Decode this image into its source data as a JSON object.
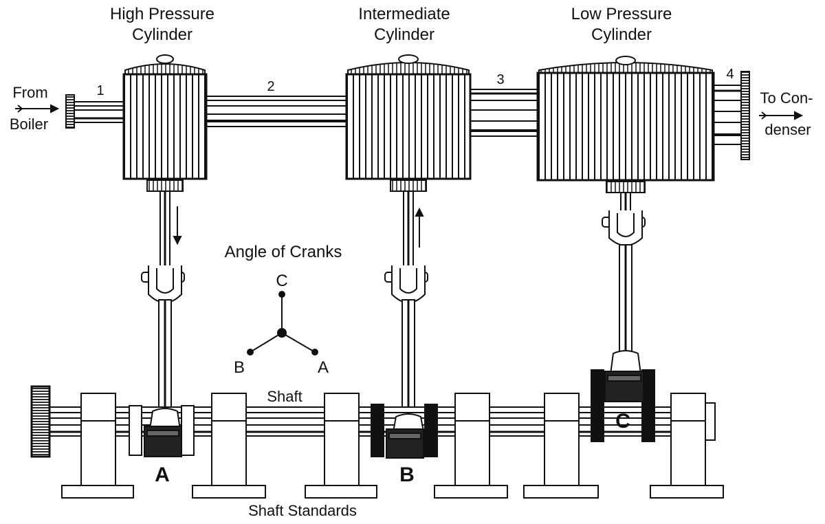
{
  "cylinders": [
    {
      "line1": "High Pressure",
      "line2": "Cylinder"
    },
    {
      "line1": "Intermediate",
      "line2": "Cylinder"
    },
    {
      "line1": "Low Pressure",
      "line2": "Cylinder"
    }
  ],
  "pipe_numbers": [
    "1",
    "2",
    "3",
    "4"
  ],
  "inlet": {
    "line1": "From",
    "line2": "Boiler"
  },
  "outlet": {
    "line1": "To Con-",
    "line2": "denser"
  },
  "angle_of_cranks": {
    "title": "Angle of Cranks",
    "top": "C",
    "left": "B",
    "right": "A"
  },
  "shaft_label": "Shaft",
  "standards_label": "Shaft Standards",
  "crank_labels": [
    "A",
    "B",
    "C"
  ]
}
